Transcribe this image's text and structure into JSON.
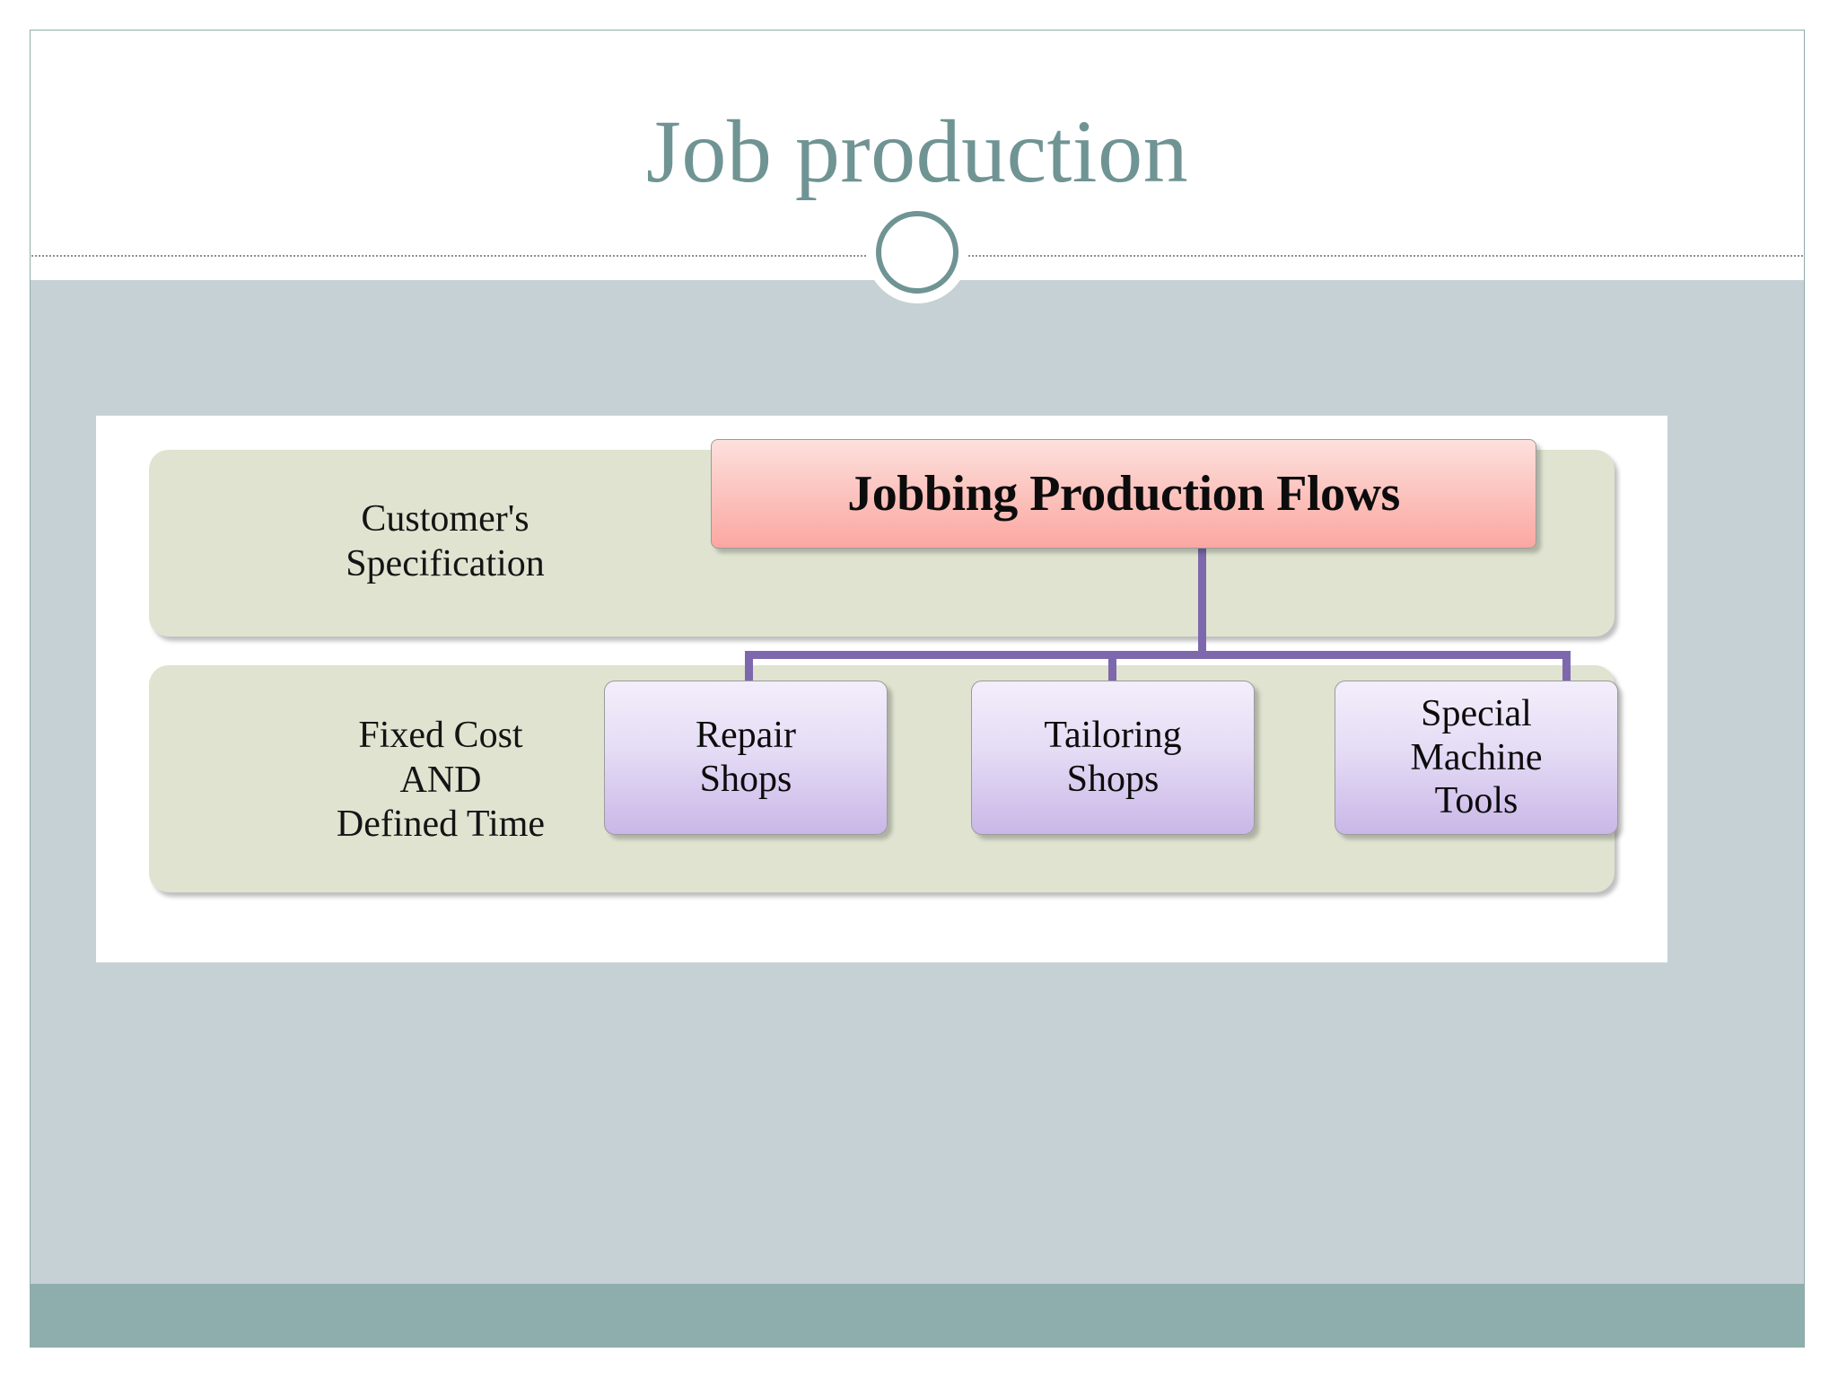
{
  "slide": {
    "title": "Job production",
    "accent_color": "#6f9493",
    "body_band_color": "#c6d1d5",
    "footer_band_color": "#8eaead",
    "divider": "dotted-rule",
    "decor_icon": "circle-outline-icon"
  },
  "diagram": {
    "type": "hierarchy",
    "groups": [
      {
        "name": "top-group",
        "label": "Customer's\nSpecification",
        "panel_color": "#dfe3d0"
      },
      {
        "name": "bottom-group",
        "label": "Fixed Cost\nAND\nDefined Time",
        "panel_color": "#dfe3d0"
      }
    ],
    "root": {
      "label": "Jobbing Production Flows",
      "fill_top": "#fde0dd",
      "fill_bottom": "#fca7a1"
    },
    "children": [
      {
        "label": "Repair\nShops"
      },
      {
        "label": "Tailoring\nShops"
      },
      {
        "label": "Special\nMachine\nTools"
      }
    ],
    "child_fill_top": "#f3eefb",
    "child_fill_bottom": "#c9b7e7",
    "connector_color": "#7d68ad"
  }
}
